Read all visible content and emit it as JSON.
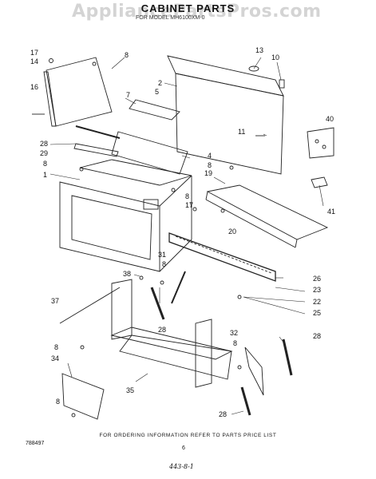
{
  "header": {
    "watermark": "AppliancePartsPros.com",
    "title": "CABINET PARTS",
    "subtitle": "FOR MODEL MH6100XM-0"
  },
  "callouts": [
    "17",
    "14",
    "16",
    "8",
    "13",
    "10",
    "2",
    "5",
    "7",
    "11",
    "40",
    "28",
    "29",
    "8",
    "1",
    "4",
    "19",
    "8",
    "8",
    "17",
    "20",
    "41",
    "31",
    "8",
    "38",
    "37",
    "8",
    "26",
    "23",
    "22",
    "25",
    "28",
    "32",
    "8",
    "28",
    "34",
    "8",
    "35",
    "28"
  ],
  "footer": {
    "note": "FOR ORDERING INFORMATION REFER TO PARTS PRICE LIST",
    "doc_number": "788497",
    "page_number": "6",
    "handwritten": "443-8-1"
  }
}
